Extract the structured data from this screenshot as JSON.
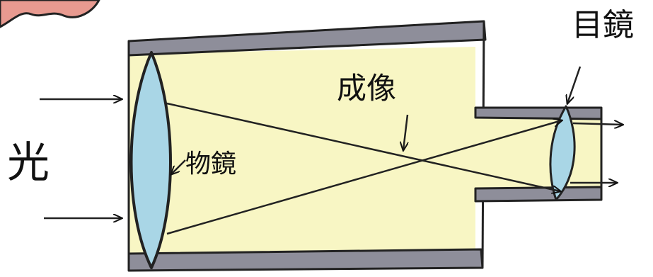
{
  "labels": {
    "eyepiece": "目鏡",
    "image": "成像",
    "objective": "物鏡",
    "light": "光"
  },
  "colors": {
    "ink": "#111111",
    "tube_fill": "#f8f6c4",
    "tube_rim": "#8e8e9a",
    "lens_fill": "#a9d6e6",
    "lens_outline": "#222222",
    "cloud": "#e89a90"
  }
}
